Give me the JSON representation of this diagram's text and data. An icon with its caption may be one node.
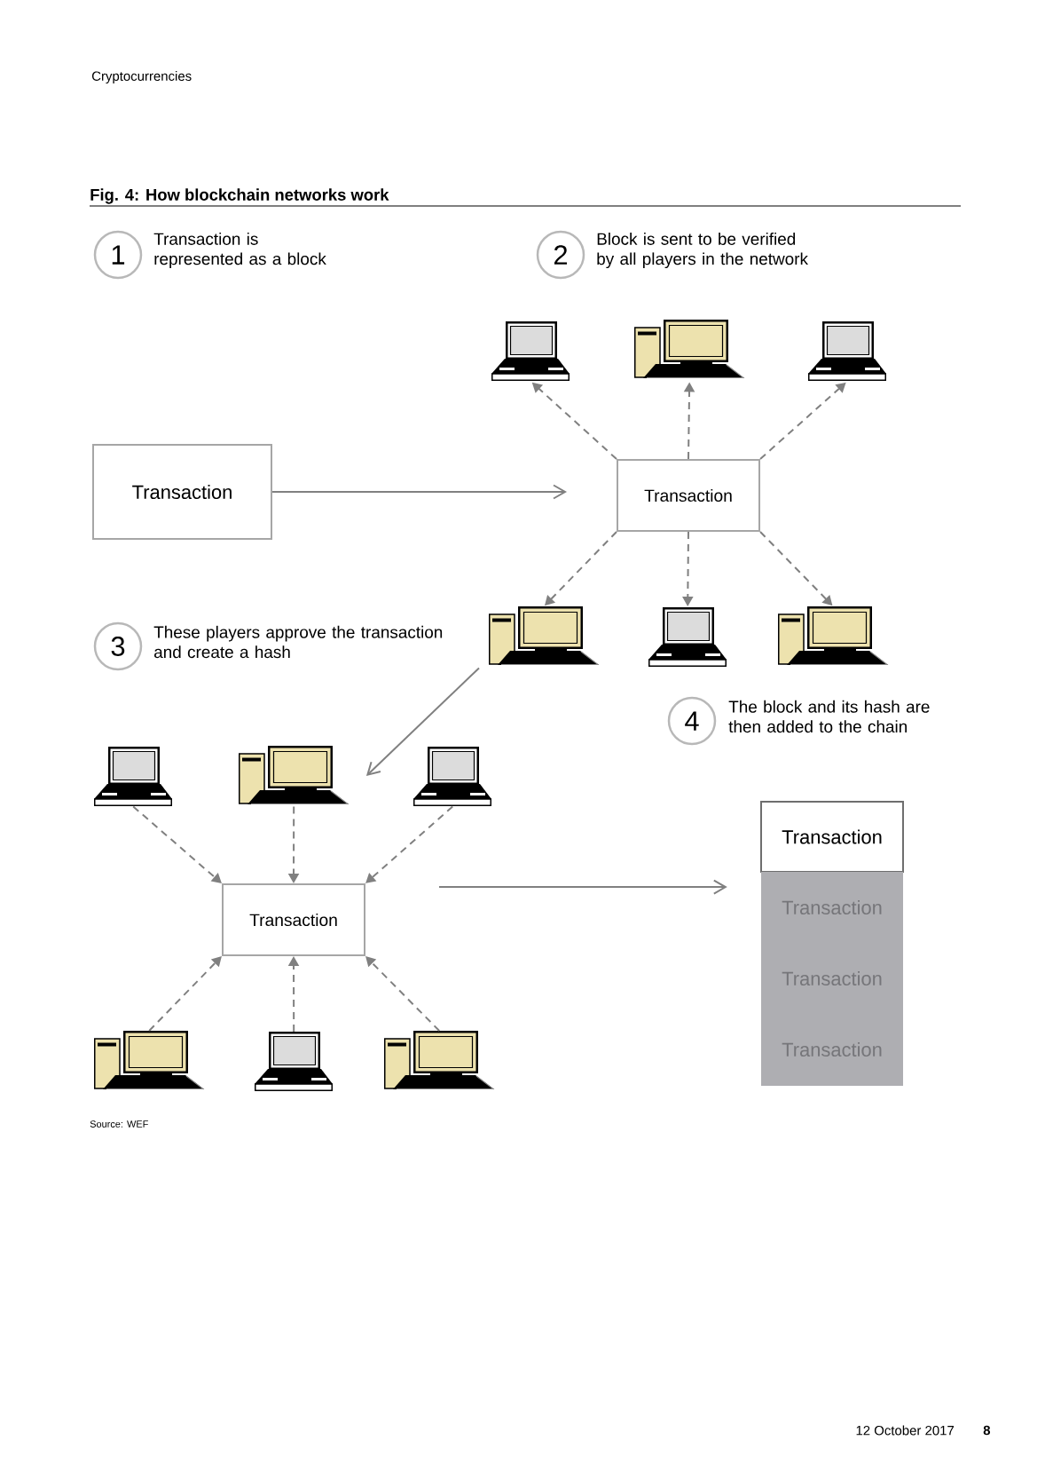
{
  "diagram": {
    "title": "Fig. 4: How blockchain networks work",
    "nodes": [
      {
        "text": [
          "1"
        ],
        "beside": [
          "Transaction is represented as a block"
        ]
      },
      {
        "text": [
          "2"
        ],
        "beside": [
          "Block is sent to be verified by all players in the network"
        ]
      },
      {
        "text": [],
        "shape": "laptop"
      },
      {
        "text": [],
        "shape": "desktop"
      },
      {
        "text": [],
        "shape": "laptop"
      },
      {
        "text": [
          "Transaction"
        ]
      },
      {
        "text": [
          "Transaction"
        ]
      },
      {
        "text": [
          "3"
        ],
        "beside": [
          "These players approve the transaction and create a hash"
        ]
      },
      {
        "text": [],
        "shape": "desktop"
      },
      {
        "text": [],
        "shape": "laptop"
      },
      {
        "text": [],
        "shape": "desktop"
      },
      {
        "text": [
          "4"
        ],
        "beside": [
          "The block and its hash are then added to the chain"
        ]
      },
      {
        "text": [],
        "shape": "laptop"
      },
      {
        "text": [],
        "shape": "desktop"
      },
      {
        "text": [],
        "shape": "laptop"
      },
      {
        "text": [
          "Transaction"
        ]
      },
      {
        "text": [
          "Transaction"
        ]
      },
      {
        "text": [
          "Transaction",
          "Transaction",
          "Transaction"
        ]
      },
      {
        "text": [],
        "shape": "desktop"
      },
      {
        "text": [],
        "shape": "laptop"
      },
      {
        "text": [],
        "shape": "desktop"
      }
    ],
    "edges": [
      {
        "from": 5,
        "to": 6,
        "arrow": "to"
      },
      {
        "from": 6,
        "to": 2,
        "arrow": "to",
        "style": "dashed"
      },
      {
        "from": 6,
        "to": 3,
        "arrow": "to",
        "style": "dashed"
      },
      {
        "from": 6,
        "to": 4,
        "arrow": "to",
        "style": "dashed"
      },
      {
        "from": 6,
        "to": 8,
        "arrow": "to",
        "style": "dashed"
      },
      {
        "from": 6,
        "to": 9,
        "arrow": "to",
        "style": "dashed"
      },
      {
        "from": 6,
        "to": 10,
        "arrow": "to",
        "style": "dashed"
      },
      {
        "from": 8,
        "to": 13,
        "arrow": "to"
      },
      {
        "from": 12,
        "to": 16,
        "arrow": "to",
        "style": "dashed"
      },
      {
        "from": 13,
        "to": 16,
        "arrow": "to",
        "style": "dashed"
      },
      {
        "from": 14,
        "to": 16,
        "arrow": "to",
        "style": "dashed"
      },
      {
        "from": 18,
        "to": 16,
        "arrow": "to",
        "style": "dashed"
      },
      {
        "from": 19,
        "to": 16,
        "arrow": "to",
        "style": "dashed"
      },
      {
        "from": 20,
        "to": 16,
        "arrow": "to",
        "style": "dashed"
      },
      {
        "from": 16,
        "to": 17,
        "arrow": "to"
      }
    ],
    "labels": [
      "Cryptocurrencies",
      "Source: WEF",
      "12 October 2017",
      "8"
    ]
  }
}
